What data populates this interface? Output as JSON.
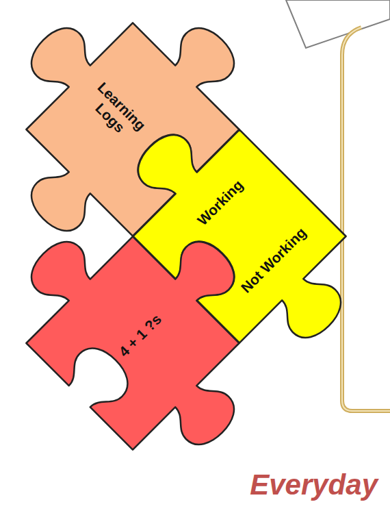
{
  "diagram": {
    "nodes": [
      {
        "text": [
          "Learning Logs"
        ]
      },
      {
        "text": [
          "Working",
          "Not Working"
        ]
      },
      {
        "text": [
          "4 + 1 ?s"
        ]
      }
    ],
    "labels": [
      "Everyday"
    ]
  }
}
